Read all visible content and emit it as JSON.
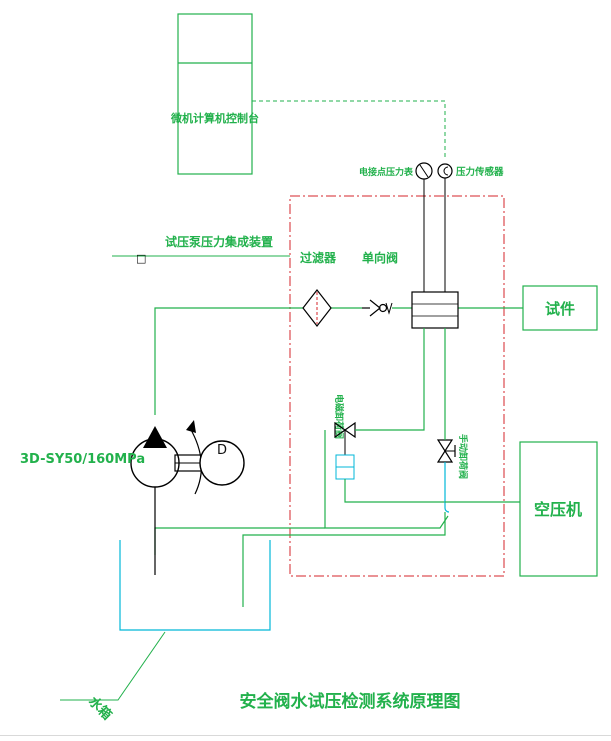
{
  "diagram": {
    "title": "安全阀水试压检测系统原理图",
    "labels": {
      "control_console": "微机计算机控制台",
      "pressure_gauge": "电接点压力表",
      "pressure_sensor": "压力传感器",
      "integrated_device": "试压泵压力集成装置",
      "filter": "过滤器",
      "check_valve": "单向阀",
      "test_piece": "试件",
      "solenoid_valve": "电磁卸荷阀",
      "manual_valve": "手动卸荷阀",
      "pump_model": "3D-SY50/160MPa",
      "motor": "D",
      "air_compressor": "空压机",
      "water_tank": "水箱",
      "stray_mark": "□"
    },
    "colors": {
      "pipe": "#22b14c",
      "water_tank": "#00b7d8",
      "control_link": "#22b14c",
      "device_boundary": "#d6252b",
      "outline": "#000000"
    }
  }
}
